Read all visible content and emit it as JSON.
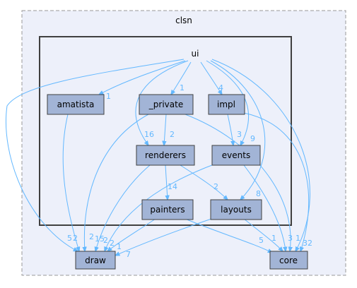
{
  "diagram": {
    "outer_cluster_label": "clsn",
    "inner_cluster_label": "ui",
    "nodes": {
      "amatista": "amatista",
      "private": "_private",
      "impl": "impl",
      "renderers": "renderers",
      "events": "events",
      "painters": "painters",
      "layouts": "layouts",
      "draw": "draw",
      "core": "core"
    },
    "edge_labels": {
      "ui_amatista": "1",
      "ui_private": "1",
      "ui_impl": "4",
      "ui_renderers": "16",
      "private_renderers": "2",
      "impl_events": "3",
      "impl_events_b": "9",
      "renderers_painters": "14",
      "renderers_layouts": "2",
      "events_layouts": "8",
      "to_draw_a": "5",
      "to_draw_b": "2",
      "to_draw_c": "2",
      "to_draw_d": "15",
      "to_draw_e": "2",
      "to_draw_f": "2",
      "to_draw_g": "1",
      "to_draw_h": "7",
      "to_core_a": "5",
      "to_core_b": "1",
      "to_core_c": "3",
      "to_core_d": "1",
      "to_core_e": "32"
    },
    "colors": {
      "outer_cluster_bg": "#edf0fa",
      "outer_cluster_border": "#999999",
      "inner_cluster_bg": "#edf0fa",
      "inner_cluster_border": "#404040",
      "node_fill": "#a2b4d6",
      "node_border": "#404040",
      "edge": "#63b8ff"
    }
  }
}
